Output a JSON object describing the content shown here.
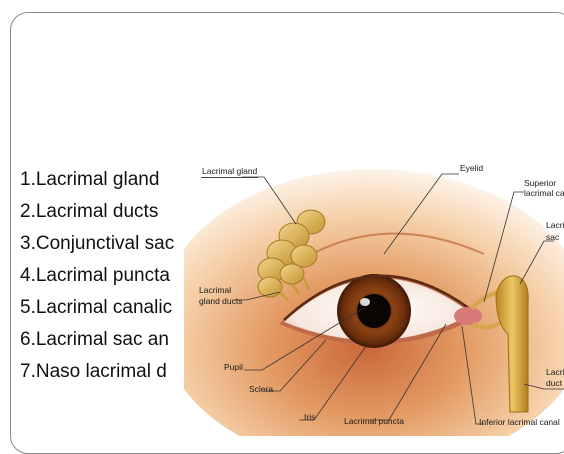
{
  "slide": {
    "list": [
      "1.Lacrimal gland",
      "2.Lacrimal ducts",
      "3.Conjunctival saс",
      "4.Lacrimal puncta",
      "5.Lacrimal canalic",
      "6.Lacrimal sac an",
      "7.Naso lacrimal d"
    ]
  },
  "diagram": {
    "labels": {
      "lacrimal_gland": "Lacrimal gland",
      "eyelid": "Eyelid",
      "superior_canal_1": "Superior",
      "superior_canal_2": "lacrimal cana",
      "lacrimal_sac_1": "Lacrim",
      "lacrimal_sac_2": "sac",
      "lacrimal_gland_ducts_1": "Lacrimal",
      "lacrimal_gland_ducts_2": "gland ducts",
      "pupil": "Pupil",
      "sclera": "Sclera",
      "iris": "Iris",
      "lacrimal_puncta": "Lacrimal puncta",
      "inferior_canal": "Inferior lacrimal canal",
      "lacrimal_duct_1": "Lacrim",
      "lacrimal_duct_2": "duct"
    },
    "colors": {
      "skin": "#e8a86b",
      "gland": "#d8b060",
      "iris": "#7a3a12",
      "sclera": "#fbf3ec"
    }
  }
}
